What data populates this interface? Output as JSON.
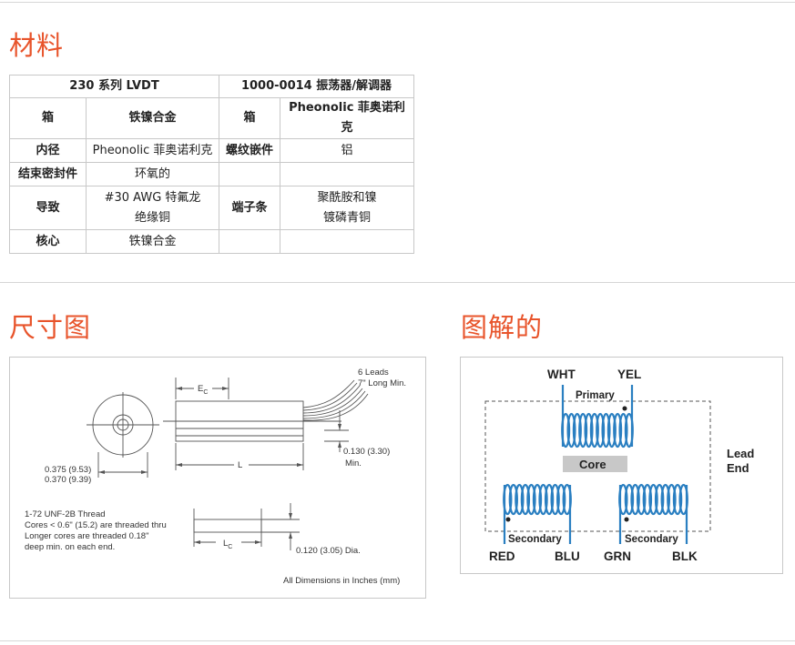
{
  "sections": {
    "materials": "材料",
    "dimensions": "尺寸图",
    "schematic": "图解的"
  },
  "materials_table": {
    "header_left": "230 系列 LVDT",
    "header_right": "1000-0014 振荡器/解调器",
    "rows": [
      {
        "l_label": "箱",
        "l_value": "铁镍合金",
        "r_label": "箱",
        "r_value": "Pheonolic 菲奥诺利克"
      },
      {
        "l_label": "内径",
        "l_value": "Pheonolic 菲奥诺利克",
        "r_label": "螺纹嵌件",
        "r_value": "铝"
      },
      {
        "l_label": "结束密封件",
        "l_value": "环氧的",
        "r_label": "",
        "r_value": ""
      },
      {
        "l_label": "导致",
        "l_value_1": "#30 AWG 特氟龙",
        "l_value_2": "绝缘铜",
        "r_label": "端子条",
        "r_value_1": "聚酰胺和镍",
        "r_value_2": "镀磷青铜"
      },
      {
        "l_label": "核心",
        "l_value": "铁镍合金",
        "r_label": "",
        "r_value": ""
      }
    ]
  },
  "dimension_drawing": {
    "leads_1": "6 Leads",
    "leads_2": "7\" Long Min.",
    "ec_label": "E",
    "ec_sub": "C",
    "l_label": "L",
    "dim_130_1": "0.130 (3.30)",
    "dim_130_2": "Min.",
    "dim_375": "0.375 (9.53)",
    "dim_370": "0.370 (9.39)",
    "thread_1": "1-72 UNF-2B Thread",
    "thread_2": "Cores < 0.6\" (15.2) are threaded thru",
    "thread_3": "Longer cores are threaded 0.18\"",
    "thread_4": "deep min. on each end.",
    "lc_label": "L",
    "lc_sub": "C",
    "dim_120": "0.120 (3.05) Dia.",
    "footer": "All Dimensions in Inches (mm)"
  },
  "schematic_drawing": {
    "wht": "WHT",
    "yel": "YEL",
    "primary": "Primary",
    "core": "Core",
    "lead_end_1": "Lead",
    "lead_end_2": "End",
    "secondary_left": "Secondary",
    "secondary_right": "Secondary",
    "red": "RED",
    "blu": "BLU",
    "grn": "GRN",
    "blk": "BLK",
    "coil_color": "#2a7fc1",
    "core_color": "#c8c8c8"
  },
  "colors": {
    "accent": "#e8542b"
  }
}
